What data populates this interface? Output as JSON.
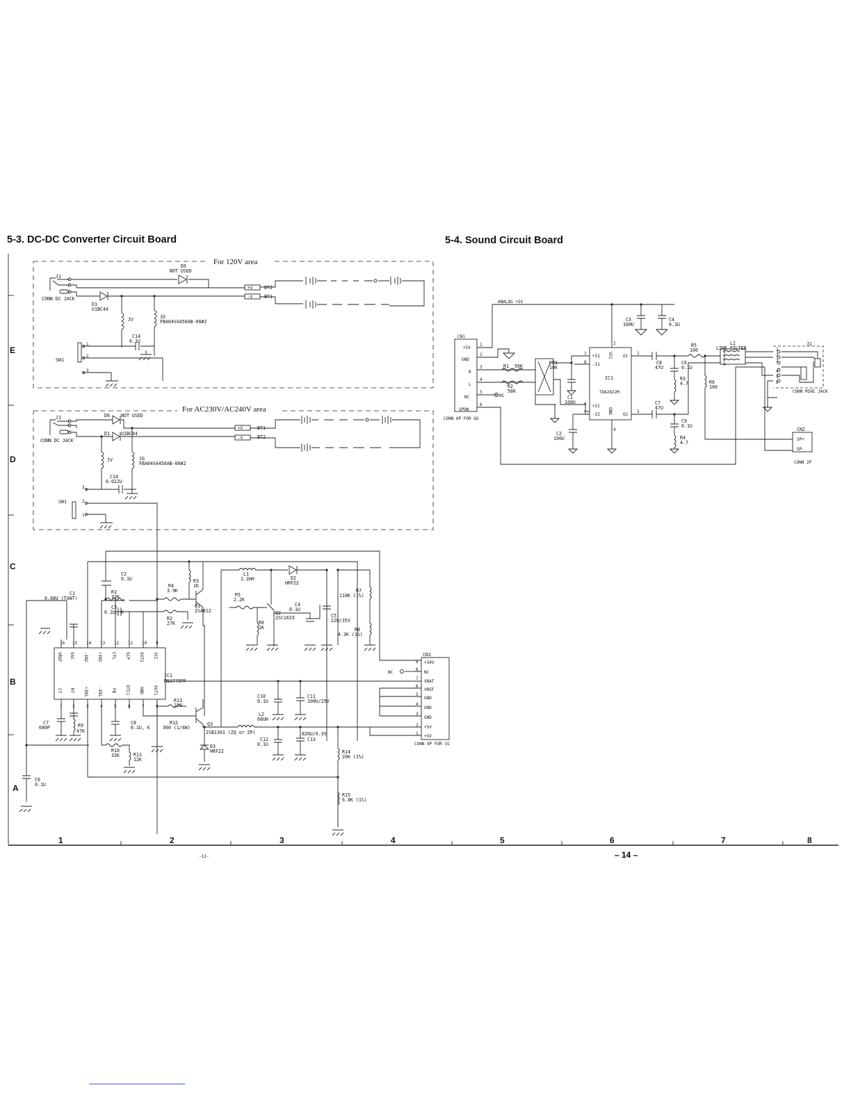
{
  "titles": {
    "dcdc": "5-3. DC-DC Converter Circuit Board",
    "sound": "5-4. Sound Circuit Board"
  },
  "page_numbers": {
    "left": "-13-",
    "right": "– 14 –"
  },
  "grid": {
    "rows": [
      "E",
      "D",
      "C",
      "B",
      "A"
    ],
    "cols": [
      "1",
      "2",
      "3",
      "4",
      "5",
      "6",
      "7",
      "8"
    ]
  },
  "area120": {
    "label": "For 120V area",
    "jack": "J1",
    "conn": "CONN DC JACK",
    "d6": "D6",
    "d6_note": "NOT USED",
    "d1": "D1",
    "d1_part": "U1BC44",
    "jv": "JV",
    "jg": "JG",
    "jg_part": "FBA04VA450AB-00#2",
    "c14": "C14",
    "c14_val": "0.1U",
    "sw": "SW1",
    "bt2": "BT2",
    "bt1": "BT1",
    "plus": "+V",
    "minus": "-V",
    "pin1": "1",
    "pin2": "2",
    "pin3": "3"
  },
  "area230": {
    "label": "For AC230V/AC240V area",
    "jack": "J1",
    "conn": "CONN DC JACK",
    "d6": "D6",
    "d6_note": "NOT USED",
    "d1": "D1",
    "d1_part": "U1BC44",
    "jv": "JV",
    "jg": "JG",
    "jg_part": "FBA04VA450AB-00#2",
    "c14": "C14",
    "c14_val": "0.022U",
    "sw": "SW1",
    "bt1": "BT1",
    "bt2": "BT2",
    "plus": "+V",
    "minus": "-V",
    "pin1": "1",
    "pin2": "2",
    "pin3": "3"
  },
  "converter": {
    "c1": "C1",
    "c1_val": "0.68U (TANT)",
    "c2": "C2",
    "c2_val": "0.1U",
    "r1": "R1",
    "r1_val": "33K",
    "c3": "C3",
    "c3_val": "0.1U, K",
    "r4": "R4",
    "r4_val": "3.9K",
    "r3": "R3",
    "r3_val": "1K",
    "q1": "Q1",
    "q1_part": "2SA812",
    "r2": "R2",
    "r2_val": "27K",
    "l1": "L1",
    "l1_val": "1.2mH",
    "d2": "D2",
    "d2_part": "HRF22",
    "r5": "R5",
    "r5_val": "2.2K",
    "q2": "Q2",
    "q2_part": "2SC1623",
    "r6": "R6",
    "r6_val": "1K",
    "c4": "C4",
    "c4_val": "0.1U",
    "c5": "C5",
    "c5_val": "22U/35V",
    "r7": "R7",
    "r7_val": "110K (1%)",
    "r8": "R8",
    "r8_val": "4.3K (1%)",
    "ic1": "IC1",
    "ic1_part": "M83775PF",
    "ic_top_pins": [
      "VREF",
      "OSC",
      "-IN2",
      "+IN2",
      "CTL",
      "SCP",
      "OUT2",
      "VCC"
    ],
    "ic_bottom_pins": [
      "CT",
      "RT",
      "+IN1",
      "-IN1",
      "FB",
      "DTC1",
      "GND",
      "OUT1"
    ],
    "top_pin_nums": [
      "16",
      "15",
      "14",
      "13",
      "12",
      "11",
      "10",
      "9"
    ],
    "bottom_pin_nums": [
      "1",
      "2",
      "3",
      "4",
      "5",
      "6",
      "7",
      "8"
    ],
    "r13": "R13",
    "r13_val": "220",
    "r12": "R12",
    "r12_val": "360 (1/4W)",
    "q3": "Q3",
    "q3_part": "2SB1301 (ZQ or ZP)",
    "d3": "D3",
    "d3_part": "HRF22",
    "c7": "C7",
    "c7_val": "680P",
    "r9": "R9",
    "r9_val": "47K",
    "c8": "C8",
    "c8_val": "0.1U, K",
    "r10": "R10",
    "r10_val": "33K",
    "r11": "R11",
    "r11_val": "12K",
    "c10": "C10",
    "c10_val": "0.1U",
    "c11": "C11",
    "c11_val": "100U/25V",
    "l2": "L2",
    "l2_val": "68UH",
    "c12": "C12",
    "c12_val": "0.1U",
    "c13": "C13",
    "c13_val": "820U/6.3V",
    "r14": "R14",
    "r14_val": "20K (1%)",
    "r15": "R15",
    "r15_val": "6.8K (1%)",
    "c6": "C6",
    "c6_val": "0.1U",
    "cn1": "CN1",
    "cn1_pins": [
      {
        "num": "8",
        "name": "+34V"
      },
      {
        "num": "8",
        "name": "NC"
      },
      {
        "num": "7",
        "name": "VBAT"
      },
      {
        "num": "6",
        "name": "VREF"
      },
      {
        "num": "5",
        "name": "GND"
      },
      {
        "num": "4",
        "name": "GND"
      },
      {
        "num": "3",
        "name": "GND"
      },
      {
        "num": "2",
        "name": "+5V"
      },
      {
        "num": "1",
        "name": "+5V"
      }
    ],
    "cn1_nc": "NC",
    "cn1_footer": "CONN 9P FOR CG"
  },
  "sound": {
    "analog": "ANALOG +5V",
    "cn1": "CN1",
    "cn1_pins": [
      {
        "num": "1",
        "name": "+5V"
      },
      {
        "num": "2",
        "name": "GND"
      },
      {
        "num": "3",
        "name": "R"
      },
      {
        "num": "4",
        "name": "L"
      },
      {
        "num": "5",
        "name": "NC"
      },
      {
        "num": "6",
        "name": "SPON"
      }
    ],
    "cn1_footer": "CONN 6P FOR GG",
    "nc": "NC",
    "c3": "C3",
    "c3_val": "100U",
    "c4": "C4",
    "c4_val": "0.1U",
    "r1": "R1",
    "r1_val": "56K",
    "r2": "R2",
    "r2_val": "56K",
    "vr1": "VR1",
    "vr1_val": "10K",
    "c1": "C1",
    "c1_val": "100U",
    "c2": "C2",
    "c2_val": "100U",
    "ic1": "IC1",
    "ic1_part": "TDA2822M",
    "ic_left_pins": [
      "+I1",
      "-I1",
      "+I2",
      "-I2"
    ],
    "ic_left_nums": [
      "7",
      "8",
      "6",
      "5"
    ],
    "ic_right_pins": [
      "O1",
      "O2"
    ],
    "ic_right_nums": [
      "1",
      "3"
    ],
    "ic_top": "VCC",
    "ic_top_num": "2",
    "ic_bottom": "GND",
    "ic_bottom_num": "4",
    "c8": "C8",
    "c8_val": "47U",
    "c6": "C6",
    "c6_val": "0.1U",
    "r3": "R3",
    "r3_val": "4.7",
    "r5": "R5",
    "r5_val": "100",
    "r6": "R6",
    "r6_val": "100",
    "c7": "C7",
    "c7_val": "47U",
    "c9": "C9",
    "c9_val": "0.1U",
    "r4": "R4",
    "r4_val": "4.7",
    "l1": "L1",
    "l1_label": "LINE FILTER",
    "j1": "J1",
    "conn_jack": "CONN MINI JACK",
    "cn2": "CN2",
    "sp_plus": "SP+",
    "sp_minus": "SP-",
    "cn2_footer": "CONN 2P",
    "jack_pins": [
      "1",
      "3",
      "2",
      "4",
      "5",
      "6"
    ],
    "filter_pins": [
      "1",
      "2",
      "3",
      "4"
    ]
  }
}
